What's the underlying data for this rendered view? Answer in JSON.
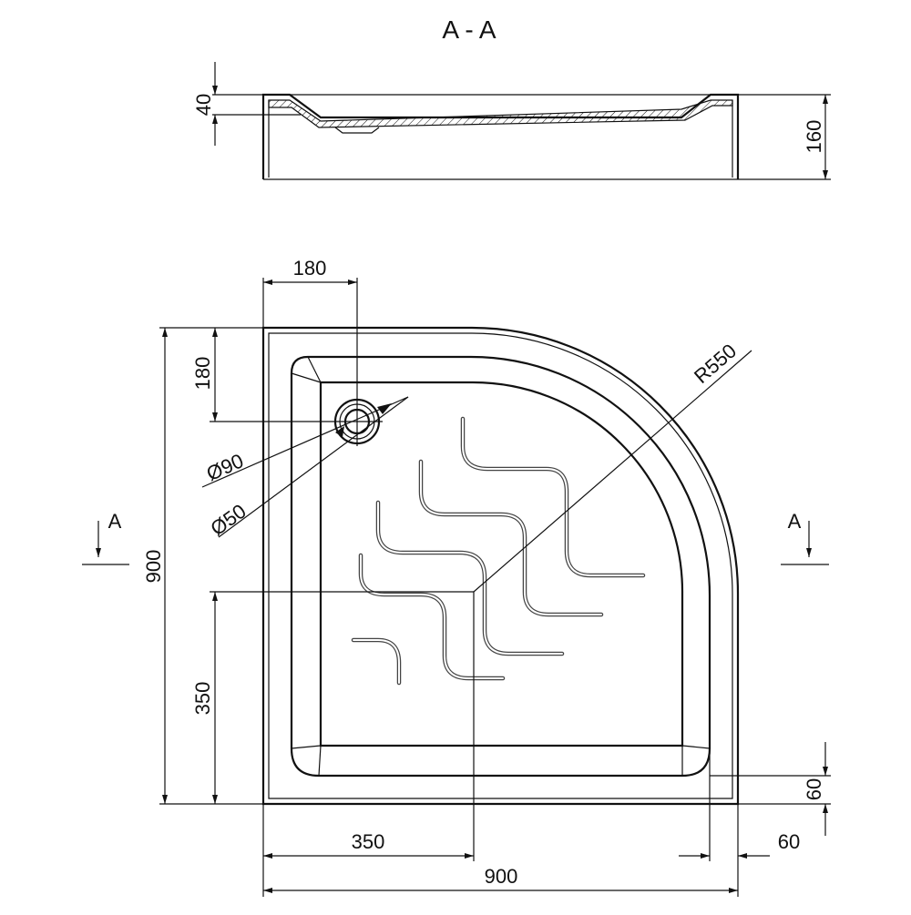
{
  "section_title": "A - A",
  "section_marker_left": "A",
  "section_marker_right": "A",
  "dimensions": {
    "rim_height": "40",
    "total_height": "160",
    "drain_offset_x": "180",
    "drain_offset_y": "180",
    "drain_outer_diameter": "Ø90",
    "drain_inner_diameter": "Ø50",
    "radius": "R550",
    "overall_height": "900",
    "center_offset_y": "350",
    "center_offset_x": "350",
    "overall_width": "900",
    "rim_width_bottom": "60",
    "rim_width_right": "60"
  }
}
